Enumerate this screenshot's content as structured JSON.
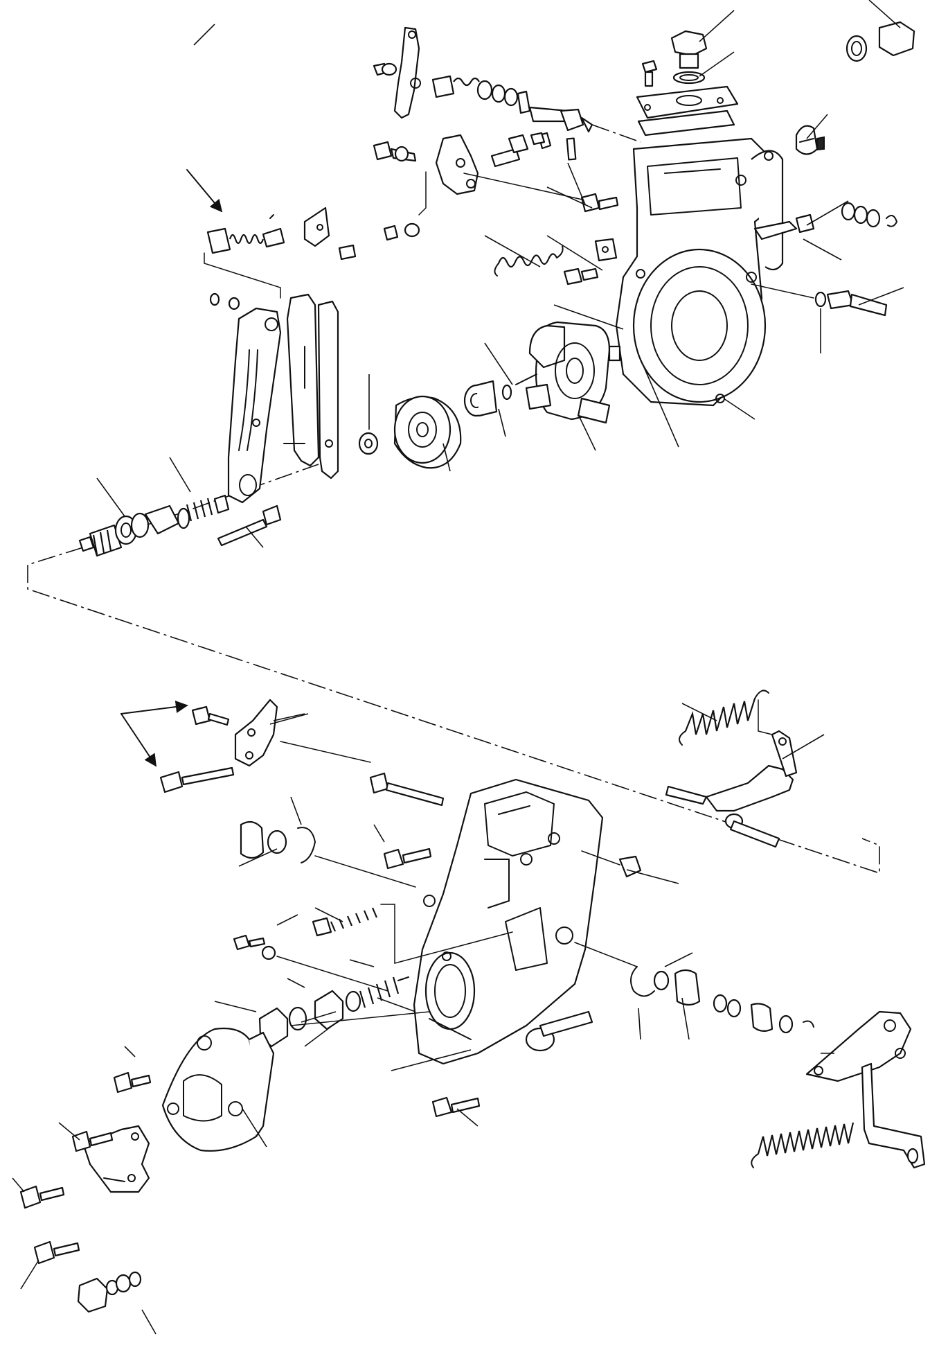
{
  "diagram": {
    "kind": "exploded-parts-view",
    "labels": [],
    "callout_arrows": [
      "upper-left-arrow",
      "lower-left-double-arrow"
    ]
  }
}
